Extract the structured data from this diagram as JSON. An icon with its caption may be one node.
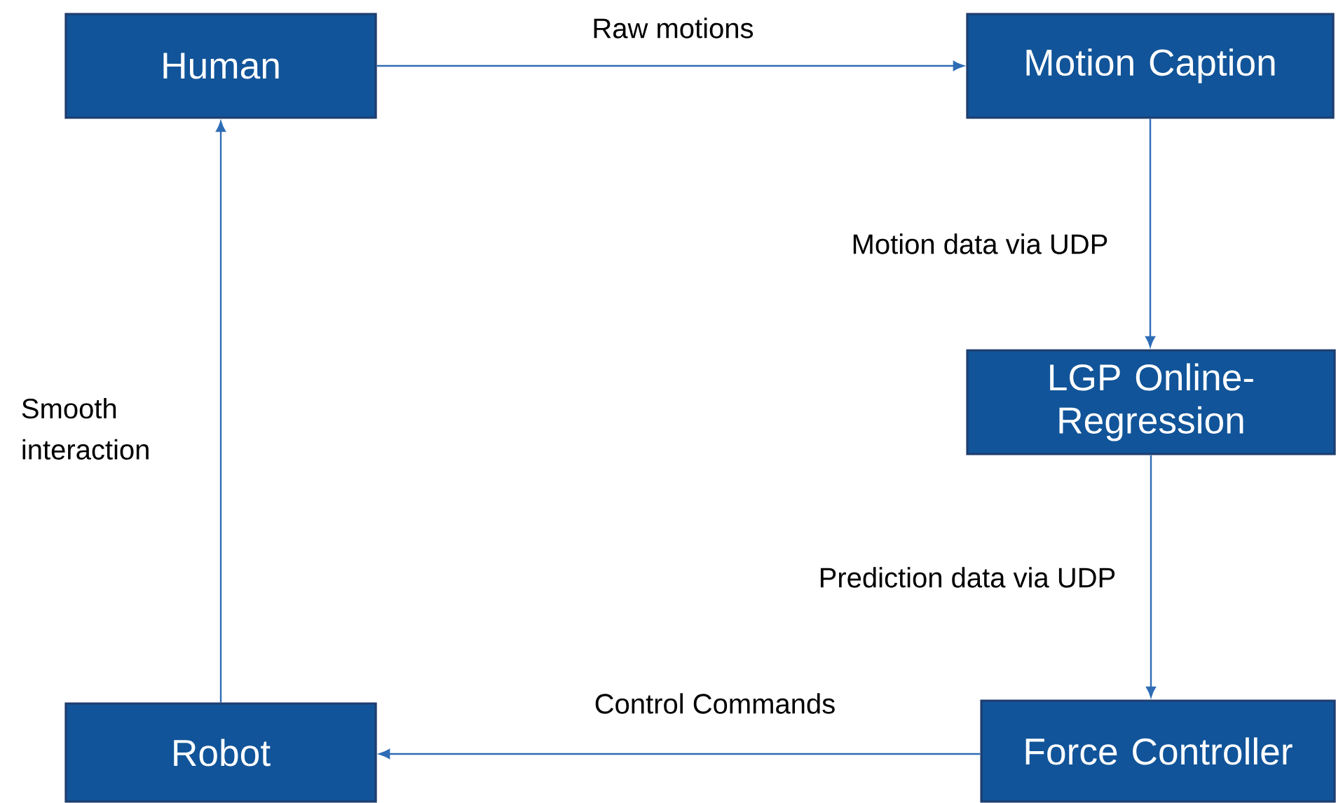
{
  "diagram": {
    "nodes": [
      {
        "text": [
          "Human"
        ]
      },
      {
        "text": [
          "Motion Caption"
        ]
      },
      {
        "text": [
          "LGP Online-Regression"
        ]
      },
      {
        "text": [
          "Force Controller"
        ]
      },
      {
        "text": [
          "Robot"
        ]
      }
    ],
    "edges": [
      {
        "from": 0,
        "to": 1,
        "arrow": "to",
        "label": "Raw motions"
      },
      {
        "from": 1,
        "to": 2,
        "arrow": "to",
        "label": "Motion data via UDP"
      },
      {
        "from": 2,
        "to": 3,
        "arrow": "to",
        "label": "Prediction data via UDP"
      },
      {
        "from": 3,
        "to": 4,
        "arrow": "to",
        "label": "Control Commands"
      },
      {
        "from": 4,
        "to": 0,
        "arrow": "to",
        "label": "Smooth interaction"
      }
    ]
  }
}
